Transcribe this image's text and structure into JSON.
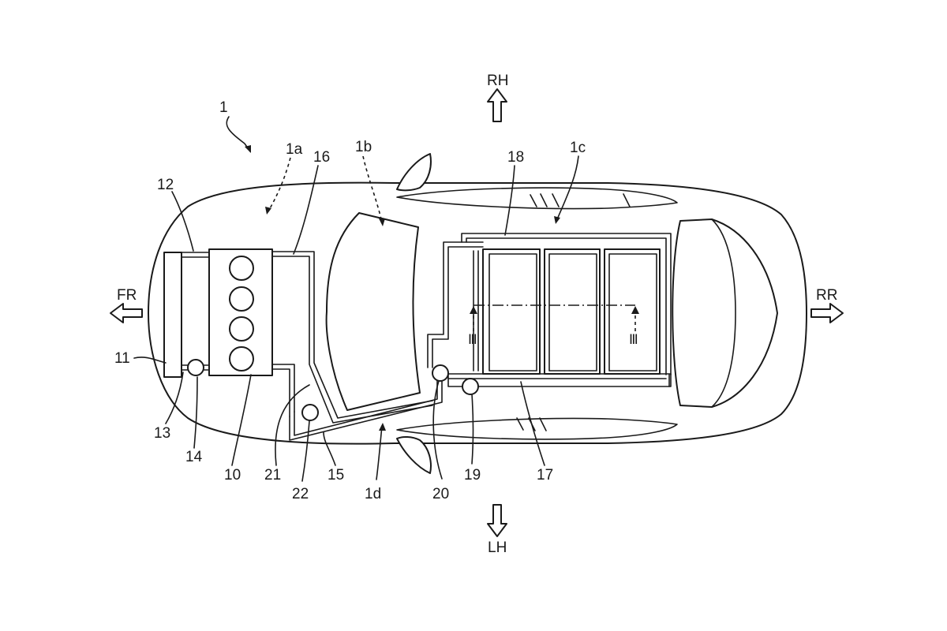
{
  "directions": {
    "right_hand": "RH",
    "left_hand": "LH",
    "front": "FR",
    "rear": "RR"
  },
  "reference_numerals": {
    "vehicle": "1",
    "front_compartment": "1a",
    "cabin_window": "1b",
    "battery_area": "1c",
    "floor_area": "1d",
    "engine": "10",
    "radiator": "11",
    "pipe_upper": "12",
    "pipe_lower": "13",
    "pump_front": "14",
    "pipe_floor": "15",
    "pipe_engine_out": "16",
    "battery_lower_cooler": "17",
    "battery_upper_cooler": "18",
    "pump_battery": "19",
    "valve_battery": "20",
    "pipe_branch": "21",
    "valve_front": "22"
  },
  "section_marks": {
    "left": "Ⅲ",
    "right": "Ⅲ"
  }
}
